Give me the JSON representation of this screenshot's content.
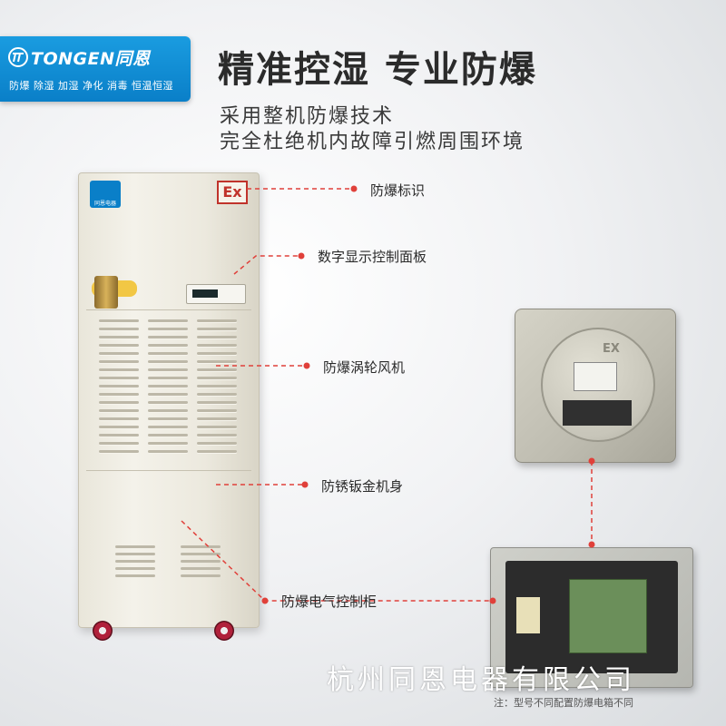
{
  "brand": {
    "name": "TONGEN同恩",
    "tagline": "防爆 除湿 加湿 净化 消毒 恒温恒湿"
  },
  "headline": "精准控湿 专业防爆",
  "subtitle": [
    "采用整机防爆技术",
    "完全杜绝机内故障引燃周围环境"
  ],
  "product": {
    "logo_text": "同恩电器",
    "ex_mark": "Ex"
  },
  "callouts": [
    "防爆标识",
    "数字显示控制面板",
    "防爆涡轮风机",
    "防锈钣金机身",
    "防爆电气控制柜"
  ],
  "exbox": {
    "ex_mark": "EX"
  },
  "company": "杭州同恩电器有限公司",
  "note": "注：型号不同配置防爆电箱不同",
  "colors": {
    "brand_blue": "#0a7fc8",
    "callout_dot": "#e0403a",
    "ex_red": "#c0332b"
  },
  "icons": [
    "tongen-logo-icon"
  ]
}
